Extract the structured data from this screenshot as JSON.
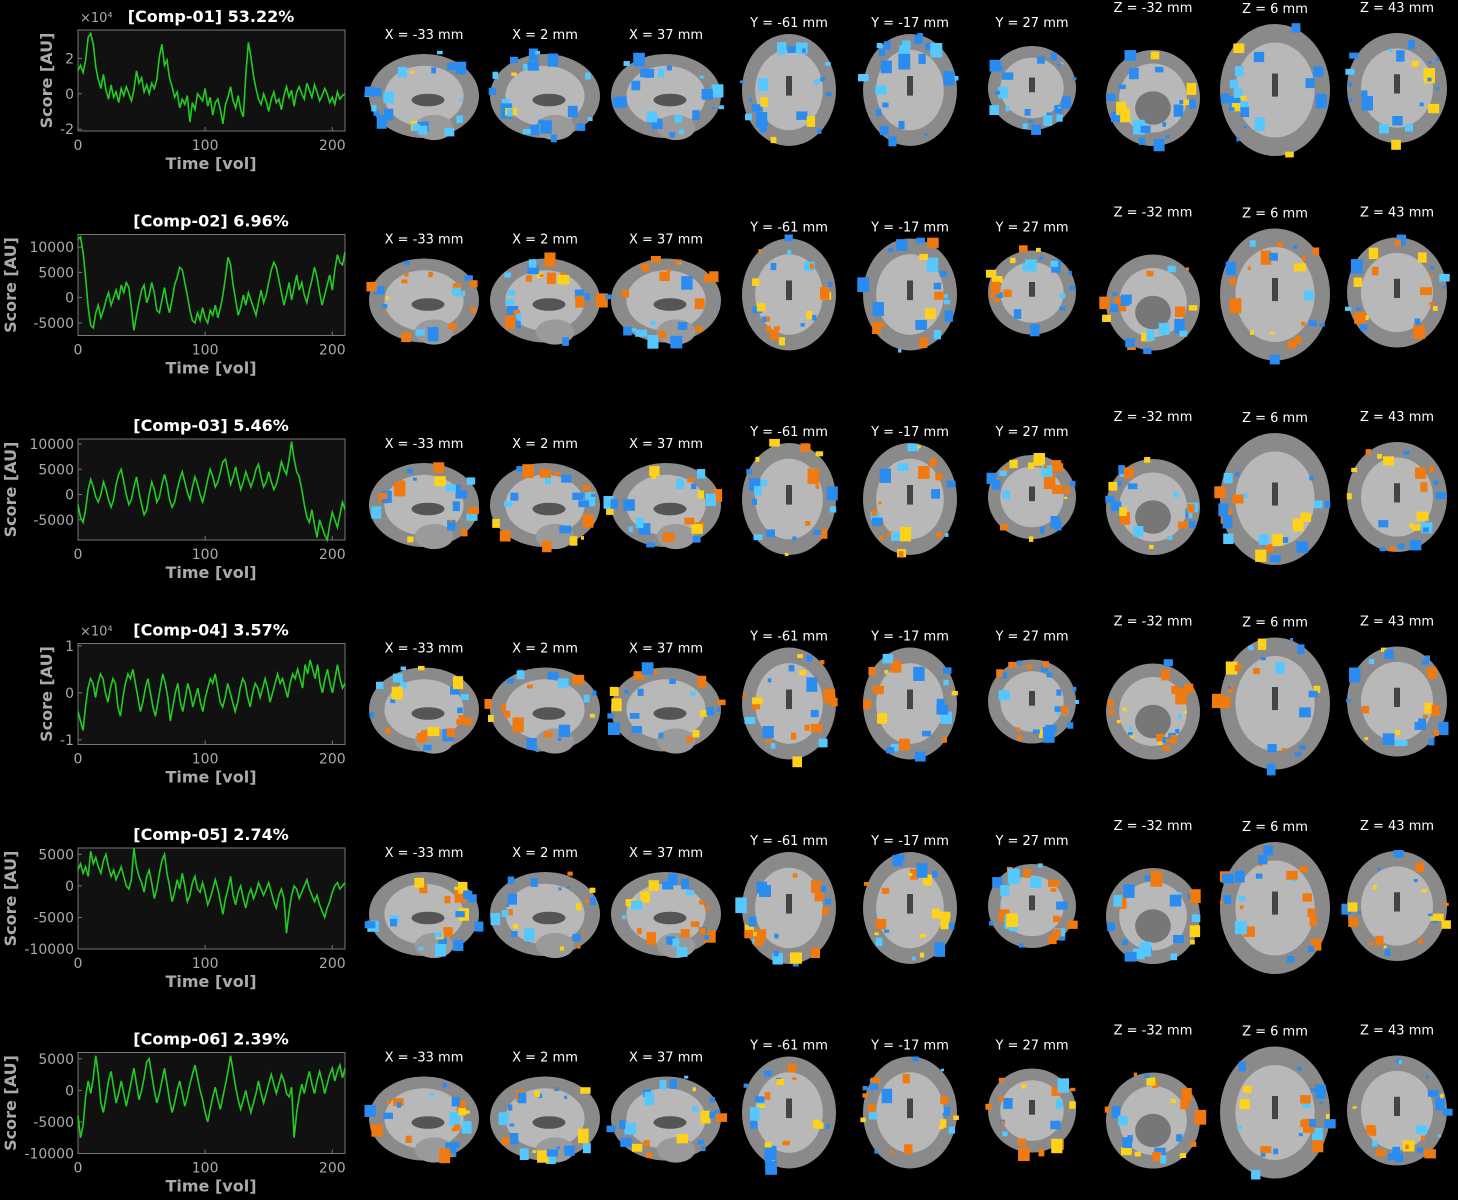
{
  "chart_data": [
    {
      "type": "line",
      "title": "[Comp-01] 53.22%",
      "exponent_label": "×10⁴",
      "xlabel": "Time [vol]",
      "ylabel": "Score [AU]",
      "xlim": [
        0,
        210
      ],
      "ylim": [
        -2.1,
        3.6
      ],
      "xticks": [
        0,
        100,
        200
      ],
      "yticks": [
        -2,
        0,
        2
      ],
      "line_color": "#22cc22",
      "series": [
        {
          "values": [
            1.3,
            1.6,
            1.2,
            1.9,
            3.2,
            3.4,
            2.8,
            1.5,
            0.8,
            0.3,
            1.1,
            0.2,
            -0.3,
            0.5,
            -0.2,
            0.1,
            -0.5,
            0.3,
            -0.1,
            0.4,
            0.0,
            -0.4,
            0.2,
            1.3,
            0.6,
            0.9,
            0.1,
            0.5,
            0.0,
            0.6,
            0.3,
            0.8,
            2.1,
            2.8,
            1.6,
            1.9,
            0.9,
            0.4,
            -0.2,
            0.1,
            -0.8,
            -0.3,
            -0.6,
            -0.1,
            -1.6,
            -0.5,
            -0.9,
            0.0,
            -0.2,
            -0.4,
            0.3,
            -0.7,
            -0.2,
            -1.2,
            -0.5,
            -0.3,
            -0.9,
            -1.7,
            -0.6,
            -0.2,
            0.4,
            -0.4,
            -0.8,
            -0.1,
            -0.9,
            -1.3,
            1.1,
            2.9,
            2.1,
            1.0,
            0.3,
            -0.3,
            -0.6,
            0.0,
            -0.4,
            -1.0,
            -0.3,
            0.1,
            -0.5,
            -0.3,
            -0.9,
            -0.1,
            0.4,
            -0.2,
            0.2,
            -0.7,
            0.1,
            0.4,
            0.0,
            -0.3,
            0.6,
            0.2,
            -0.2,
            0.5,
            0.1,
            -0.4,
            -0.1,
            0.3,
            0.0,
            -0.5,
            -0.2,
            -0.6,
            0.1,
            -0.3,
            -0.1,
            0.0
          ]
        }
      ]
    },
    {
      "type": "line",
      "title": "[Comp-02] 6.96%",
      "xlabel": "Time [vol]",
      "ylabel": "Score [AU]",
      "xlim": [
        0,
        210
      ],
      "ylim": [
        -7500,
        12500
      ],
      "xticks": [
        0,
        100,
        200
      ],
      "yticks": [
        -5000,
        0,
        5000,
        10000
      ],
      "line_color": "#22cc22",
      "series": [
        {
          "values": [
            11500,
            12000,
            9000,
            4000,
            -2000,
            -5500,
            -6000,
            -3000,
            -1500,
            -4000,
            -2500,
            -500,
            1000,
            -1500,
            0,
            1500,
            -500,
            2500,
            1000,
            3000,
            2000,
            -2000,
            -6500,
            -3500,
            -1000,
            1500,
            2500,
            -1000,
            500,
            3000,
            1000,
            -2500,
            -3000,
            -500,
            2000,
            -1000,
            -3000,
            -500,
            2500,
            4000,
            6000,
            5500,
            3000,
            500,
            -2500,
            -4500,
            -5000,
            -3000,
            -4500,
            -2000,
            -4000,
            -5000,
            -2500,
            -3500,
            -1500,
            -4000,
            -2000,
            500,
            4000,
            8000,
            6500,
            2500,
            -500,
            -3500,
            -2000,
            500,
            -1500,
            1000,
            -500,
            -2000,
            -3500,
            -1000,
            1500,
            -1000,
            500,
            3000,
            5500,
            7000,
            6000,
            3500,
            1000,
            -1500,
            500,
            3000,
            -500,
            2000,
            4500,
            1500,
            3000,
            500,
            -1000,
            1500,
            3500,
            6000,
            4000,
            1000,
            -1500,
            500,
            2500,
            4500,
            1500,
            5500,
            8500,
            7000,
            6500,
            9000
          ]
        }
      ]
    },
    {
      "type": "line",
      "title": "[Comp-03] 5.46%",
      "xlabel": "Time [vol]",
      "ylabel": "Score [AU]",
      "xlim": [
        0,
        210
      ],
      "ylim": [
        -9000,
        11000
      ],
      "xticks": [
        0,
        100,
        200
      ],
      "yticks": [
        -5000,
        0,
        5000,
        10000
      ],
      "line_color": "#22cc22",
      "series": [
        {
          "values": [
            -2000,
            -4500,
            -5500,
            -3000,
            1000,
            3000,
            1500,
            -500,
            -1500,
            0,
            2500,
            1000,
            -1000,
            -2500,
            -1000,
            2000,
            4000,
            5000,
            2500,
            0,
            -2000,
            -1000,
            1500,
            3500,
            500,
            -2000,
            -4000,
            -3000,
            0,
            2500,
            1000,
            -1500,
            -500,
            2000,
            4000,
            2000,
            -1000,
            -2500,
            -1500,
            1000,
            3000,
            4500,
            2500,
            500,
            -1000,
            1500,
            3500,
            2000,
            0,
            -1500,
            500,
            3000,
            5000,
            3500,
            1500,
            2500,
            4500,
            6500,
            7000,
            4500,
            2000,
            3500,
            5500,
            3000,
            1000,
            2500,
            4500,
            3000,
            1500,
            3000,
            5000,
            6000,
            3500,
            1500,
            2500,
            4500,
            2500,
            1000,
            2000,
            4000,
            6500,
            5000,
            4000,
            7000,
            10500,
            7000,
            4500,
            3500,
            1000,
            -2000,
            -4500,
            -5500,
            -3000,
            -6000,
            -8500,
            -5000,
            -6500,
            -8000,
            -9000,
            -6000,
            -3500,
            -5000,
            -6500,
            -4000,
            -1500,
            -3000
          ]
        }
      ]
    },
    {
      "type": "line",
      "title": "[Comp-04] 3.57%",
      "exponent_label": "×10⁴",
      "xlabel": "Time [vol]",
      "ylabel": "Score [AU]",
      "xlim": [
        0,
        210
      ],
      "ylim": [
        -1.1,
        1.05
      ],
      "xticks": [
        0,
        100,
        200
      ],
      "yticks": [
        -1,
        0,
        1
      ],
      "line_color": "#22cc22",
      "series": [
        {
          "values": [
            -0.4,
            -0.6,
            -0.8,
            -0.3,
            0.1,
            0.3,
            0.2,
            -0.1,
            0.2,
            0.4,
            0.3,
            0.0,
            -0.2,
            0.1,
            0.3,
            0.2,
            -0.3,
            -0.5,
            -0.1,
            0.2,
            0.4,
            0.3,
            0.5,
            0.2,
            -0.1,
            -0.4,
            -0.2,
            0.1,
            0.3,
            0.0,
            -0.3,
            -0.5,
            -0.2,
            0.1,
            0.4,
            0.2,
            -0.1,
            -0.6,
            -0.3,
            0.0,
            0.2,
            -0.2,
            -0.4,
            -0.1,
            0.2,
            0.0,
            -0.3,
            -0.1,
            0.1,
            -0.2,
            -0.4,
            -0.1,
            0.1,
            0.3,
            0.2,
            0.4,
            0.1,
            -0.2,
            -0.3,
            -0.1,
            0.2,
            0.0,
            -0.2,
            -0.4,
            -0.2,
            0.1,
            0.3,
            0.2,
            -0.1,
            -0.3,
            0.0,
            0.2,
            0.1,
            -0.1,
            0.1,
            0.3,
            0.1,
            -0.2,
            0.0,
            0.2,
            0.4,
            0.2,
            0.3,
            0.1,
            -0.1,
            0.2,
            0.4,
            0.3,
            0.5,
            0.3,
            0.1,
            0.6,
            0.4,
            0.7,
            0.5,
            0.3,
            0.6,
            0.2,
            0.0,
            0.3,
            0.5,
            0.2,
            0.0,
            0.3,
            0.6,
            0.3,
            0.1,
            0.2
          ]
        }
      ]
    },
    {
      "type": "line",
      "title": "[Comp-05] 2.74%",
      "xlabel": "Time [vol]",
      "ylabel": "Score [AU]",
      "xlim": [
        0,
        210
      ],
      "ylim": [
        -10000,
        6000
      ],
      "xticks": [
        0,
        100,
        200
      ],
      "yticks": [
        -10000,
        -5000,
        0,
        5000
      ],
      "line_color": "#22cc22",
      "series": [
        {
          "values": [
            2500,
            3500,
            2000,
            3000,
            1500,
            5500,
            3500,
            4500,
            3000,
            2000,
            4000,
            5000,
            3000,
            1500,
            2500,
            1000,
            2000,
            3000,
            1500,
            0,
            -500,
            1000,
            6000,
            3000,
            1500,
            500,
            -1000,
            1500,
            2500,
            500,
            -2000,
            -500,
            2000,
            4000,
            5000,
            2000,
            0,
            -2500,
            -1000,
            1000,
            -500,
            2000,
            0,
            -2500,
            -1500,
            500,
            1500,
            -500,
            -1000,
            500,
            -1000,
            -3000,
            -2000,
            -500,
            1000,
            -500,
            -2500,
            -4500,
            -2000,
            -500,
            1500,
            -1500,
            -3000,
            -1000,
            0,
            -2000,
            -3500,
            -1500,
            -500,
            -2000,
            -1000,
            500,
            -500,
            -1500,
            -500,
            500,
            -1000,
            -2500,
            -3500,
            -1500,
            -500,
            -2000,
            -7500,
            -4000,
            -1500,
            0,
            -500,
            -2000,
            -1000,
            0,
            1000,
            -500,
            -1500,
            -2500,
            -1500,
            -3000,
            -4000,
            -5000,
            -3500,
            -2500,
            -1000,
            0,
            500,
            -500,
            0,
            500
          ]
        }
      ]
    },
    {
      "type": "line",
      "title": "[Comp-06] 2.39%",
      "xlabel": "Time [vol]",
      "ylabel": "Score [AU]",
      "xlim": [
        0,
        210
      ],
      "ylim": [
        -10000,
        6000
      ],
      "xticks": [
        0,
        100,
        200
      ],
      "yticks": [
        -10000,
        -5000,
        0,
        5000
      ],
      "line_color": "#22cc22",
      "series": [
        {
          "values": [
            -4000,
            -7500,
            -5500,
            -1000,
            1500,
            -500,
            2000,
            5500,
            2500,
            -2000,
            -3500,
            -1000,
            1500,
            3000,
            500,
            -2000,
            -500,
            1500,
            -500,
            -2500,
            -500,
            1500,
            3500,
            1000,
            -1500,
            0,
            2000,
            4500,
            5000,
            2500,
            0,
            -2000,
            -500,
            1500,
            3500,
            1000,
            -1500,
            -3500,
            -2000,
            0,
            1500,
            -500,
            -2500,
            -1000,
            1000,
            2500,
            4000,
            2000,
            0,
            -1500,
            -3500,
            -5000,
            -3000,
            -1000,
            500,
            -1500,
            -3000,
            -1000,
            1000,
            3000,
            5500,
            3000,
            500,
            -1500,
            -3000,
            -1500,
            0,
            -2000,
            -3500,
            -2000,
            -500,
            1500,
            -500,
            -2000,
            -500,
            1000,
            2500,
            1000,
            -500,
            1000,
            2500,
            1500,
            -500,
            -1000,
            500,
            -7500,
            -3500,
            -1000,
            1000,
            -500,
            1500,
            3000,
            1000,
            -500,
            1500,
            3000,
            1500,
            -500,
            1000,
            2500,
            3500,
            1500,
            3000,
            4000,
            2000,
            3500
          ]
        }
      ]
    }
  ],
  "brain_panels": {
    "slice_labels": [
      "X = -33 mm",
      "X = 2 mm",
      "X = 37 mm",
      "Y = -61 mm",
      "Y = -17 mm",
      "Y = 27 mm",
      "Z = -32 mm",
      "Z = 6 mm",
      "Z = 43 mm"
    ],
    "slice_views": [
      "sagittal",
      "sagittal",
      "sagittal",
      "coronal",
      "coronal",
      "coronal",
      "axial-low",
      "axial",
      "axial"
    ],
    "colors": {
      "background": "#000000",
      "axes_face": "#111111",
      "axes_edge": "#777777",
      "tick_text": "#aaaaaa",
      "title_text": "#ffffff",
      "blue_map": "#2a8cf0",
      "light_blue_map": "#55c8ff",
      "orange_map": "#f07a10",
      "yellow_map": "#ffd21a",
      "brain_gray": "#8a8a8a"
    }
  }
}
